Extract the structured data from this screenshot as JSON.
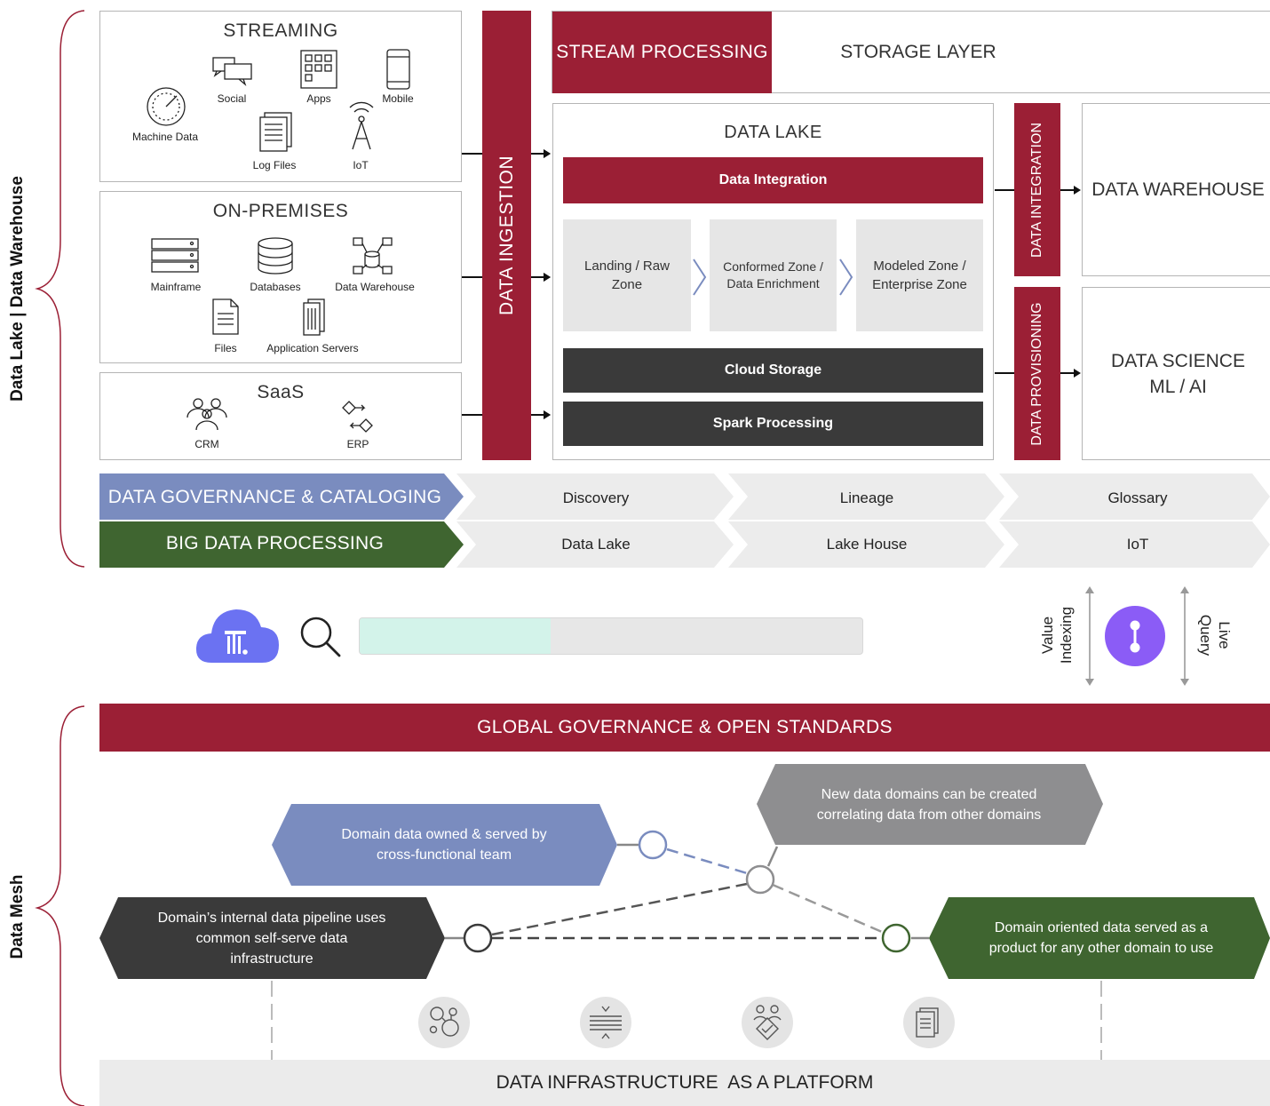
{
  "side_labels": {
    "top": "Data Lake | Data Warehouse",
    "bottom": "Data Mesh"
  },
  "sources": {
    "streaming": {
      "title": "STREAMING",
      "items": [
        "Social",
        "Apps",
        "Mobile",
        "Machine Data",
        "Log Files",
        "IoT"
      ]
    },
    "on_premises": {
      "title": "ON-PREMISES",
      "items": [
        "Mainframe",
        "Databases",
        "Data Warehouse",
        "Files",
        "Application Servers"
      ]
    },
    "saas": {
      "title": "SaaS",
      "items": [
        "CRM",
        "ERP"
      ]
    }
  },
  "ingestion": "DATA INGESTION",
  "stream_processing": "STREAM PROCESSING",
  "storage_layer": "STORAGE LAYER",
  "data_lake": {
    "title": "DATA LAKE",
    "integration": "Data Integration",
    "zones": [
      "Landing / Raw Zone",
      "Conformed Zone / Data Enrichment",
      "Modeled Zone / Enterprise Zone"
    ],
    "cloud_storage": "Cloud Storage",
    "spark": "Spark Processing"
  },
  "side_bars": {
    "integration": "DATA INTEGRATION",
    "provisioning": "DATA PROVISIONING"
  },
  "targets": {
    "warehouse": "DATA WAREHOUSE",
    "science_line1": "DATA SCIENCE",
    "science_line2": "ML / AI"
  },
  "governance_row": {
    "label": "DATA GOVERNANCE & CATALOGING",
    "items": [
      "Discovery",
      "Lineage",
      "Glossary"
    ]
  },
  "bigdata_row": {
    "label": "BIG DATA PROCESSING",
    "items": [
      "Data Lake",
      "Lake House",
      "IoT"
    ]
  },
  "toolbar": {
    "progress": 0.38,
    "value_indexing": [
      "Value",
      "Indexing"
    ],
    "live_query": [
      "Live",
      "Query"
    ]
  },
  "mesh": {
    "global": "GLOBAL GOVERNANCE & OPEN STANDARDS",
    "domain_owned": [
      "Domain data owned & served by",
      "cross-functional team"
    ],
    "new_domains": [
      "New data domains can be created",
      "correlating data from other domains"
    ],
    "internal_pipeline": [
      "Domain’s internal data pipeline uses",
      "common self-serve data",
      "infrastructure"
    ],
    "domain_oriented": [
      "Domain oriented data served as a",
      "product for any other domain to use"
    ],
    "platform": "DATA INFRASTRUCTURE  AS A PLATFORM"
  },
  "colors": {
    "maroon": "#9b1f35",
    "dark": "#3a3a3a",
    "blue": "#7a8cbf",
    "green": "#3f6530",
    "gray_hex": "#8e8e90",
    "purple": "#8b5cf6",
    "cloud": "#6b72f2"
  }
}
